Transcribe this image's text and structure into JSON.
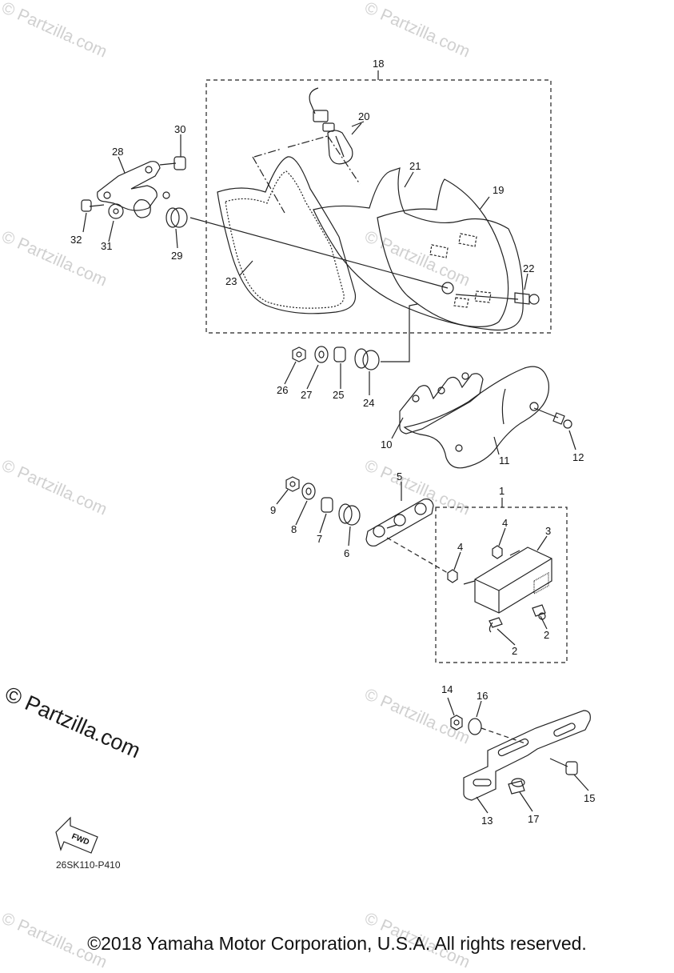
{
  "watermark": {
    "text": "© Partzilla.com",
    "big_text": "© Partzilla.com",
    "color": "#d0d0d0"
  },
  "fwd_arrow": {
    "label": "FWD"
  },
  "diagram_code": "26SK110-P410",
  "copyright": "©2018 Yamaha Motor Corporation, U.S.A. All rights reserved.",
  "callouts": {
    "c1": "1",
    "c2a": "2",
    "c2b": "2",
    "c3": "3",
    "c4a": "4",
    "c4b": "4",
    "c5": "5",
    "c6": "6",
    "c7": "7",
    "c8": "8",
    "c9": "9",
    "c10": "10",
    "c11": "11",
    "c12": "12",
    "c13": "13",
    "c14": "14",
    "c15": "15",
    "c16": "16",
    "c17": "17",
    "c18": "18",
    "c19": "19",
    "c20": "20",
    "c21": "21",
    "c22": "22",
    "c23": "23",
    "c24": "24",
    "c25": "25",
    "c26": "26",
    "c27": "27",
    "c28": "28",
    "c29": "29",
    "c30": "30",
    "c31": "31",
    "c32": "32"
  }
}
